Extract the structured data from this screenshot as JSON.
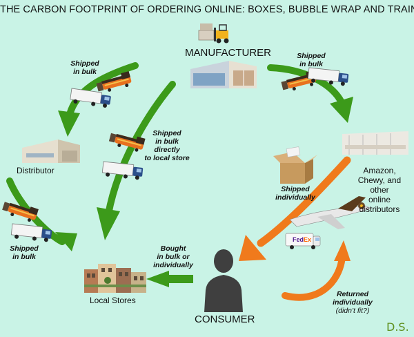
{
  "title": "THE CARBON FOOTPRINT OF ORDERING ONLINE: BOXES, BUBBLE WRAP AND TRAINS VS. PLANES",
  "nodes": {
    "manufacturer": "MANUFACTURER",
    "distributor": "Distributor",
    "local_stores": "Local Stores",
    "online": "Amazon,\nChewy, and\nother\nonline\ndistributors",
    "consumer": "CONSUMER"
  },
  "annotations": {
    "shipped_bulk_top_left": "Shipped\nin bulk",
    "shipped_bulk_top_right": "Shipped\nin bulk",
    "shipped_bulk_direct": "Shipped\nin bulk\ndirectly\nto local store",
    "shipped_bulk_left": "Shipped\nin bulk",
    "shipped_individually": "Shipped\nindividually",
    "bought": "Bought\nin bulk or\nindividually",
    "returned": "Returned\nindividually",
    "returned_note": "(didn't fit?)"
  },
  "logos": {
    "fedex_fe": "Fed",
    "fedex_ex": "Ex"
  },
  "signature": "D.S.",
  "colors": {
    "background": "#c9f3e6",
    "green_arrow": "#3c9a1a",
    "orange_arrow": "#f07a1c",
    "train_orange": "#e8711f",
    "train_dark": "#3a2a1e",
    "truck_blue": "#2b4f8a"
  },
  "icons": [
    "forklift-icon",
    "factory-icon",
    "warehouse-icon",
    "train-icon",
    "truck-icon",
    "box-icon",
    "airplane-icon",
    "van-icon",
    "person-icon",
    "storefront-icon"
  ]
}
